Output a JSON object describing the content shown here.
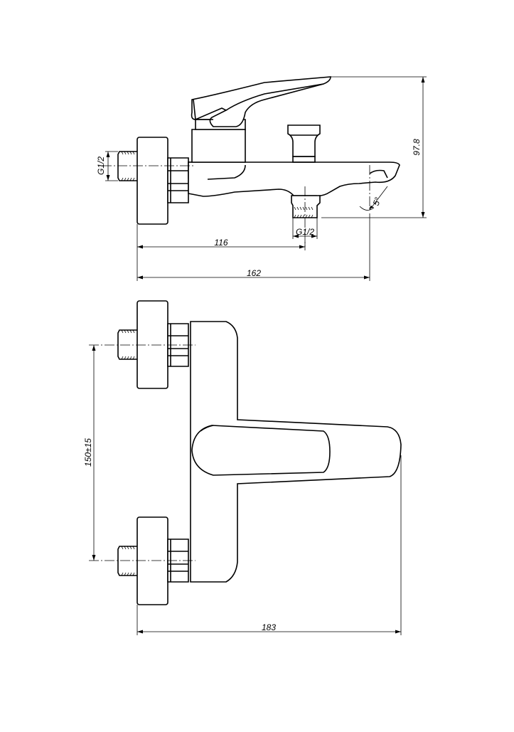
{
  "dimensions": {
    "top_height": "97.8",
    "top_inlet_thread": "G1/2",
    "top_outlet_thread": "G1/2",
    "top_angle": "5°",
    "top_length_116": "116",
    "top_length_162": "162",
    "bottom_centers": "150±15",
    "bottom_length_183": "183"
  }
}
